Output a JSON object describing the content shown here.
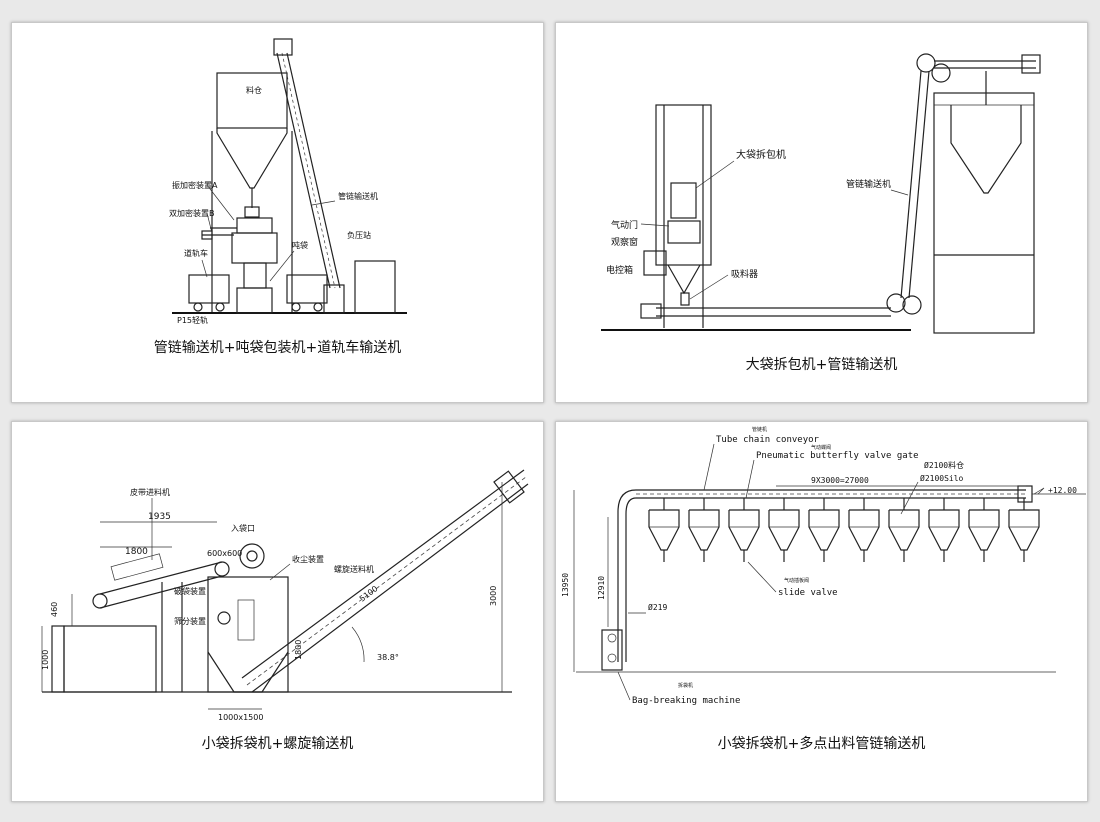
{
  "panels": [
    {
      "caption": "管链输送机+吨袋包装机+道轨车输送机",
      "labels": {
        "silo": "料仓",
        "vibrator_a": "振加密装置A",
        "vibrator_b": "双加密装置B",
        "rail_cart": "道轨车",
        "rail": "P15轻轨",
        "chain_conveyor": "管链输送机",
        "negative_pressure": "负压站",
        "ton_bag": "吨袋"
      }
    },
    {
      "caption": "大袋拆包机+管链输送机",
      "labels": {
        "bag_unpacker": "大袋拆包机",
        "pneumatic_door": "气动门",
        "observation_window": "观察窗",
        "control_box": "电控箱",
        "suction_device": "吸料器",
        "chain_conveyor": "管链输送机"
      }
    },
    {
      "caption": "小袋拆袋机+螺旋输送机",
      "labels": {
        "belt_feeder": "皮带进料机",
        "bag_inlet": "入袋口",
        "dust_collector": "收尘装置",
        "bag_breaker": "破袋装置",
        "sieve": "筛分装置",
        "screw_conveyor": "螺旋送料机",
        "dim_1935": "1935",
        "dim_1800": "1800",
        "dim_600": "600x600",
        "dim_460": "460",
        "dim_1000": "1000",
        "dim_1800v": "1800",
        "dim_base": "1000x1500",
        "dim_5100": "5100",
        "dim_3000": "3000",
        "angle": "38.8°"
      }
    },
    {
      "caption": "小袋拆袋机+多点出料管链输送机",
      "labels": {
        "tube_chain_cn": "管链机",
        "tube_chain": "Tube chain conveyor",
        "butterfly_cn": "气动蝶阀",
        "butterfly": "Pneumatic butterfly valve gate",
        "span": "9X3000=27000",
        "silo_cn": "Ø2100料仓",
        "silo": "Ø2100Silo",
        "elevation": "+12.00",
        "height_total": "13950",
        "height_riser": "12910",
        "pipe_dia": "Ø219",
        "slide_cn": "气动插板阀",
        "slide": "slide valve",
        "bag_machine_cn": "拆袋机",
        "bag_machine": "Bag-breaking machine"
      }
    }
  ]
}
